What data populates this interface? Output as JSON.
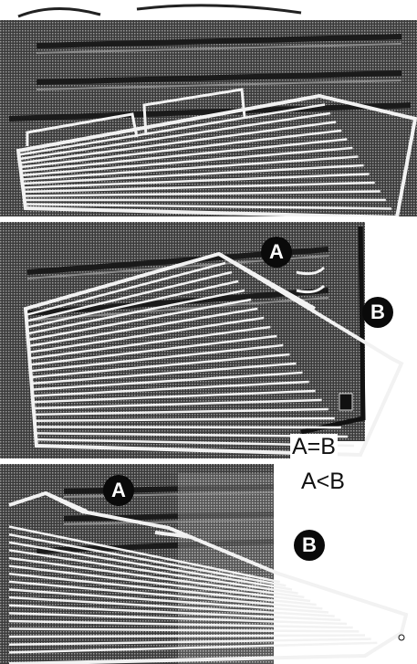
{
  "panels": [
    {
      "markers": []
    },
    {
      "markers": [
        "A",
        "B"
      ],
      "relation": "A=B"
    },
    {
      "markers": [
        "A",
        "B"
      ],
      "relation": "A<B"
    }
  ],
  "colors": {
    "dark": "#1a1a1a",
    "wire": "#f2f2f2",
    "white": "#ffffff"
  }
}
